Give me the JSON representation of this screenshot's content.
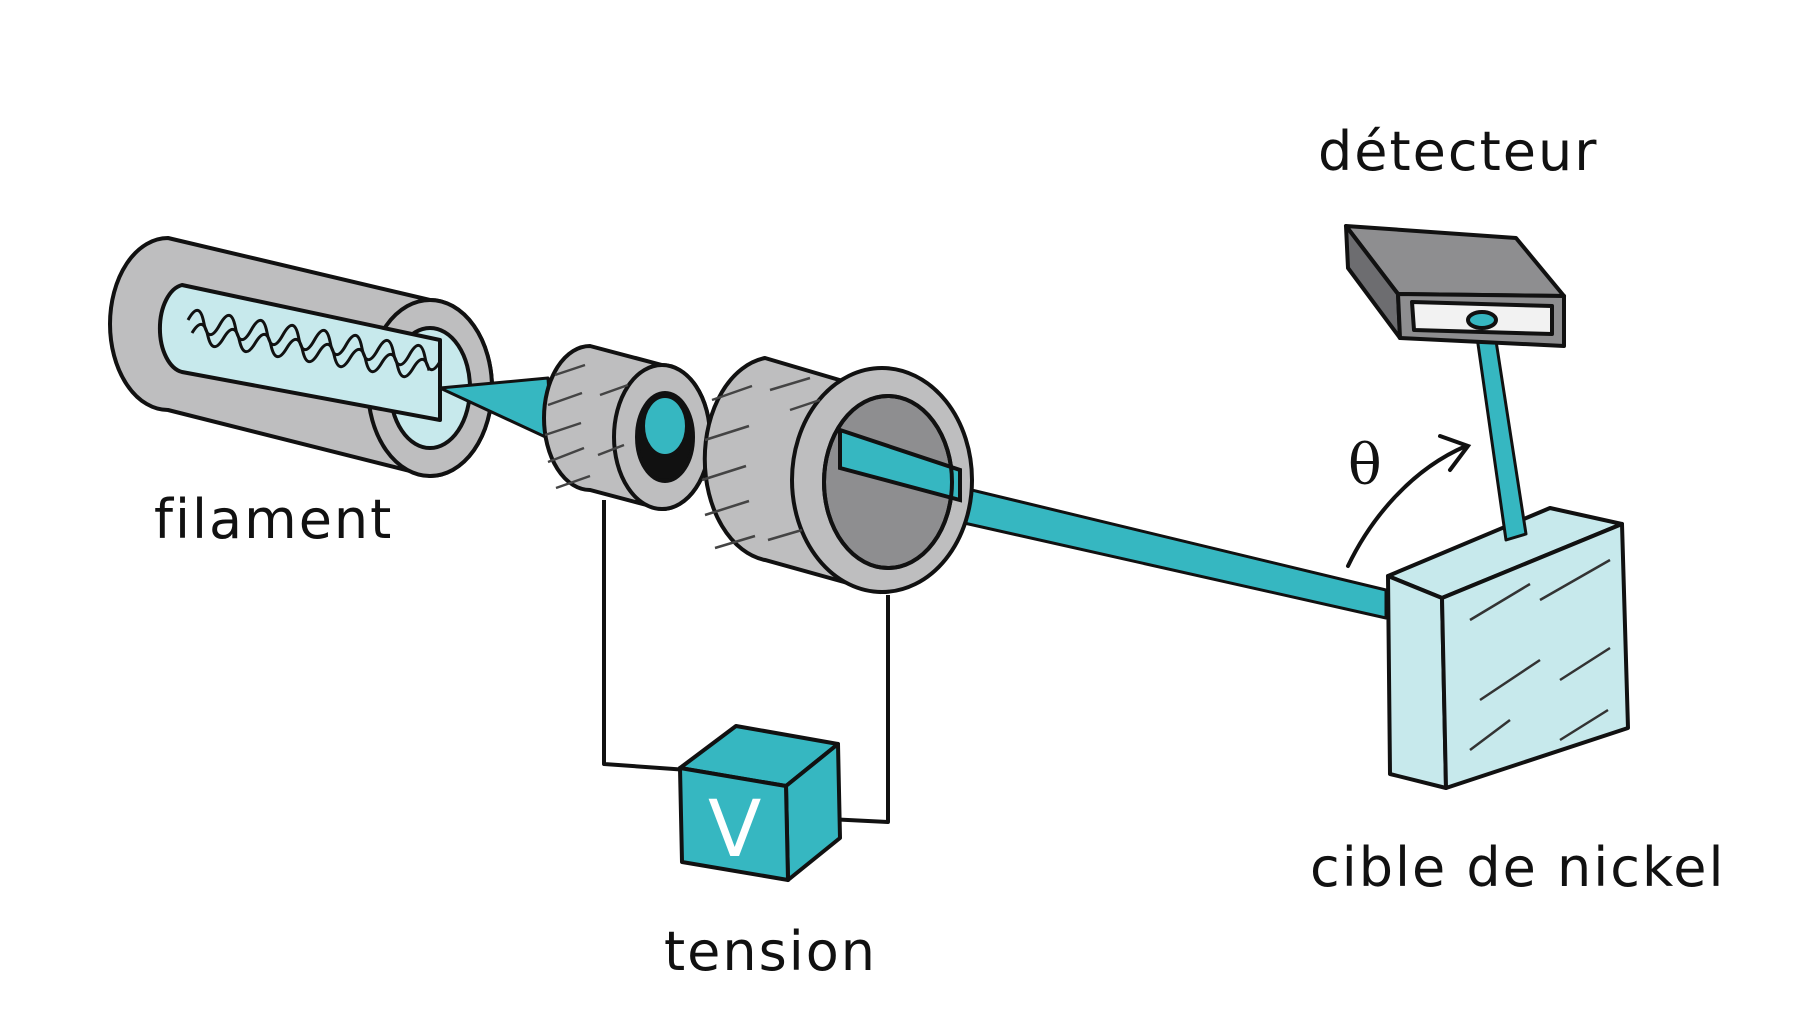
{
  "labels": {
    "filament": "filament",
    "voltage": "tension",
    "detector": "détecteur",
    "target": "cible de nickel",
    "angle": "θ",
    "voltmeter_symbol": "V"
  },
  "colors": {
    "beam": "#36b7c1",
    "gray_body": "#bebebf",
    "gray_dark": "#8e8e90",
    "crystal": "#c7e9ec",
    "outline": "#111111"
  }
}
